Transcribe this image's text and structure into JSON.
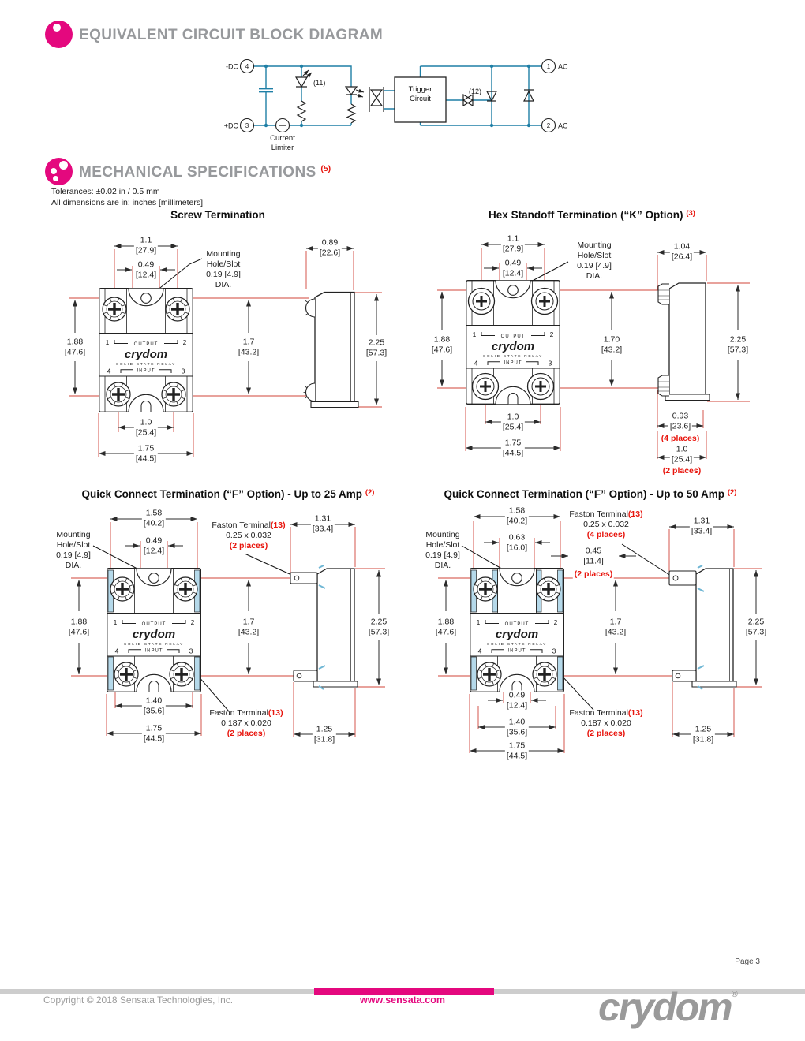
{
  "colors": {
    "brand_magenta": "#e4087e",
    "annotation_red": "#e8150d",
    "extension_red": "#d0453a",
    "circuit_blue": "#1f7fa6",
    "heading_gray": "#97999c"
  },
  "equivalent_circuit": {
    "heading": "EQUIVALENT CIRCUIT BLOCK DIAGRAM",
    "neg_dc": "-DC",
    "pos_dc": "+DC",
    "pin4": "4",
    "pin3": "3",
    "pin1": "1",
    "pin2": "2",
    "ac_top": "AC",
    "ac_bottom": "AC",
    "current_limiter": "Current\nLimiter",
    "trigger_circuit": "Trigger\nCircuit",
    "ref11": "(11)",
    "ref12": "(12)"
  },
  "mechanical": {
    "heading": "MECHANICAL SPECIFICATIONS",
    "heading_ref": "(5)",
    "tolerances": "Tolerances: ±0.02 in / 0.5 mm",
    "units": "All dimensions are in: inches [millimeters]"
  },
  "relay": {
    "pin1": "1",
    "pin2": "2",
    "pin3": "3",
    "pin4": "4",
    "output": "OUTPUT",
    "input": "INPUT",
    "brand": "crydom",
    "type": "SOLID STATE RELAY"
  },
  "screw": {
    "title": "Screw Termination",
    "mounting_note": "Mounting\nHole/Slot\n0.19 [4.9]\nDIA.",
    "dim_1_1": "1.1\n[27.9]",
    "dim_0_49": "0.49\n[12.4]",
    "dim_0_89": "0.89\n[22.6]",
    "dim_1_88": "1.88\n[47.6]",
    "dim_1_7": "1.7\n[43.2]",
    "dim_2_25": "2.25\n[57.3]",
    "dim_1_0": "1.0\n[25.4]",
    "dim_1_75": "1.75\n[44.5]"
  },
  "hex": {
    "title": "Hex Standoff Termination (“K” Option)",
    "title_ref": "(3)",
    "mounting_note": "Mounting\nHole/Slot\n0.19 [4.9]\nDIA.",
    "dim_1_1": "1.1\n[27.9]",
    "dim_0_49": "0.49\n[12.4]",
    "dim_1_04": "1.04\n[26.4]",
    "dim_1_88": "1.88\n[47.6]",
    "dim_1_70": "1.70\n[43.2]",
    "dim_2_25": "2.25\n[57.3]",
    "dim_1_0": "1.0\n[25.4]",
    "dim_1_75": "1.75\n[44.5]",
    "dim_0_93": "0.93\n[23.6]",
    "dim_0_93_places": "(4 places)",
    "dim_1_0b": "1.0\n[25.4]",
    "dim_1_0b_places": "(2 places)"
  },
  "qc25": {
    "title": "Quick Connect Termination (“F” Option)  -  Up to 25 Amp",
    "title_ref": "(2)",
    "mounting_note": "Mounting\nHole/Slot\n0.19 [4.9]\nDIA.",
    "dim_1_58": "1.58\n[40.2]",
    "dim_0_49": "0.49\n[12.4]",
    "faston_top_label": "Faston Terminal",
    "faston_top_ref": "(13)",
    "faston_top_size": "0.25 x 0.032",
    "faston_top_places": "(2 places)",
    "dim_1_31": "1.31\n[33.4]",
    "dim_1_88": "1.88\n[47.6]",
    "dim_1_7": "1.7\n[43.2]",
    "dim_2_25": "2.25\n[57.3]",
    "dim_1_40": "1.40\n[35.6]",
    "dim_1_75": "1.75\n[44.5]",
    "faston_bot_label": "Faston Terminal",
    "faston_bot_ref": "(13)",
    "faston_bot_size": "0.187 x 0.020",
    "faston_bot_places": "(2 places)",
    "dim_1_25": "1.25\n[31.8]"
  },
  "qc50": {
    "title": "Quick Connect Termination (“F” Option)  -  Up to 50 Amp",
    "title_ref": "(2)",
    "mounting_note": "Mounting\nHole/Slot\n0.19 [4.9]\nDIA.",
    "dim_1_58": "1.58\n[40.2]",
    "dim_0_63": "0.63\n[16.0]",
    "dim_0_45": "0.45\n[11.4]",
    "dim_0_45_places": "(2 places)",
    "faston_top_label": "Faston Terminal",
    "faston_top_ref": "(13)",
    "faston_top_size": "0.25 x 0.032",
    "faston_top_places": "(4 places)",
    "dim_1_31": "1.31\n[33.4]",
    "dim_1_88": "1.88\n[47.6]",
    "dim_1_7": "1.7\n[43.2]",
    "dim_2_25": "2.25\n[57.3]",
    "dim_0_49b": "0.49\n[12.4]",
    "dim_1_40": "1.40\n[35.6]",
    "dim_1_75": "1.75\n[44.5]",
    "faston_bot_label": "Faston Terminal",
    "faston_bot_ref": "(13)",
    "faston_bot_size": "0.187 x 0.020",
    "faston_bot_places": "(2 places)",
    "dim_1_25": "1.25\n[31.8]"
  },
  "footer": {
    "page": "Page 3",
    "copyright": "Copyright © 2018 Sensata Technologies, Inc.",
    "website": "www.sensata.com",
    "logo": "crydom",
    "reg": "®"
  }
}
